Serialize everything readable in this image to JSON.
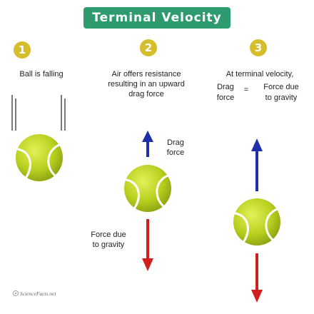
{
  "title": "Terminal Velocity",
  "steps": [
    "1",
    "2",
    "3"
  ],
  "panel1": {
    "caption": "Ball is falling"
  },
  "panel2": {
    "caption_line1": "Air offers resistance",
    "caption_line2": "resulting in an upward",
    "caption_line3": "drag force",
    "drag_line1": "Drag",
    "drag_line2": "force",
    "gravity_line1": "Force due",
    "gravity_line2": "to gravity"
  },
  "panel3": {
    "caption": "At terminal velocity,",
    "left_line1": "Drag",
    "left_line2": "force",
    "equals": "=",
    "right_line1": "Force due",
    "right_line2": "to gravity"
  },
  "watermark": "ScienceFacts.net",
  "colors": {
    "title_bg": "#2e9b6e",
    "step_badge": "#d6bd2c",
    "drag_arrow": "#1f2fa8",
    "gravity_arrow": "#d11f1f",
    "ball": "#b8cf1e"
  }
}
